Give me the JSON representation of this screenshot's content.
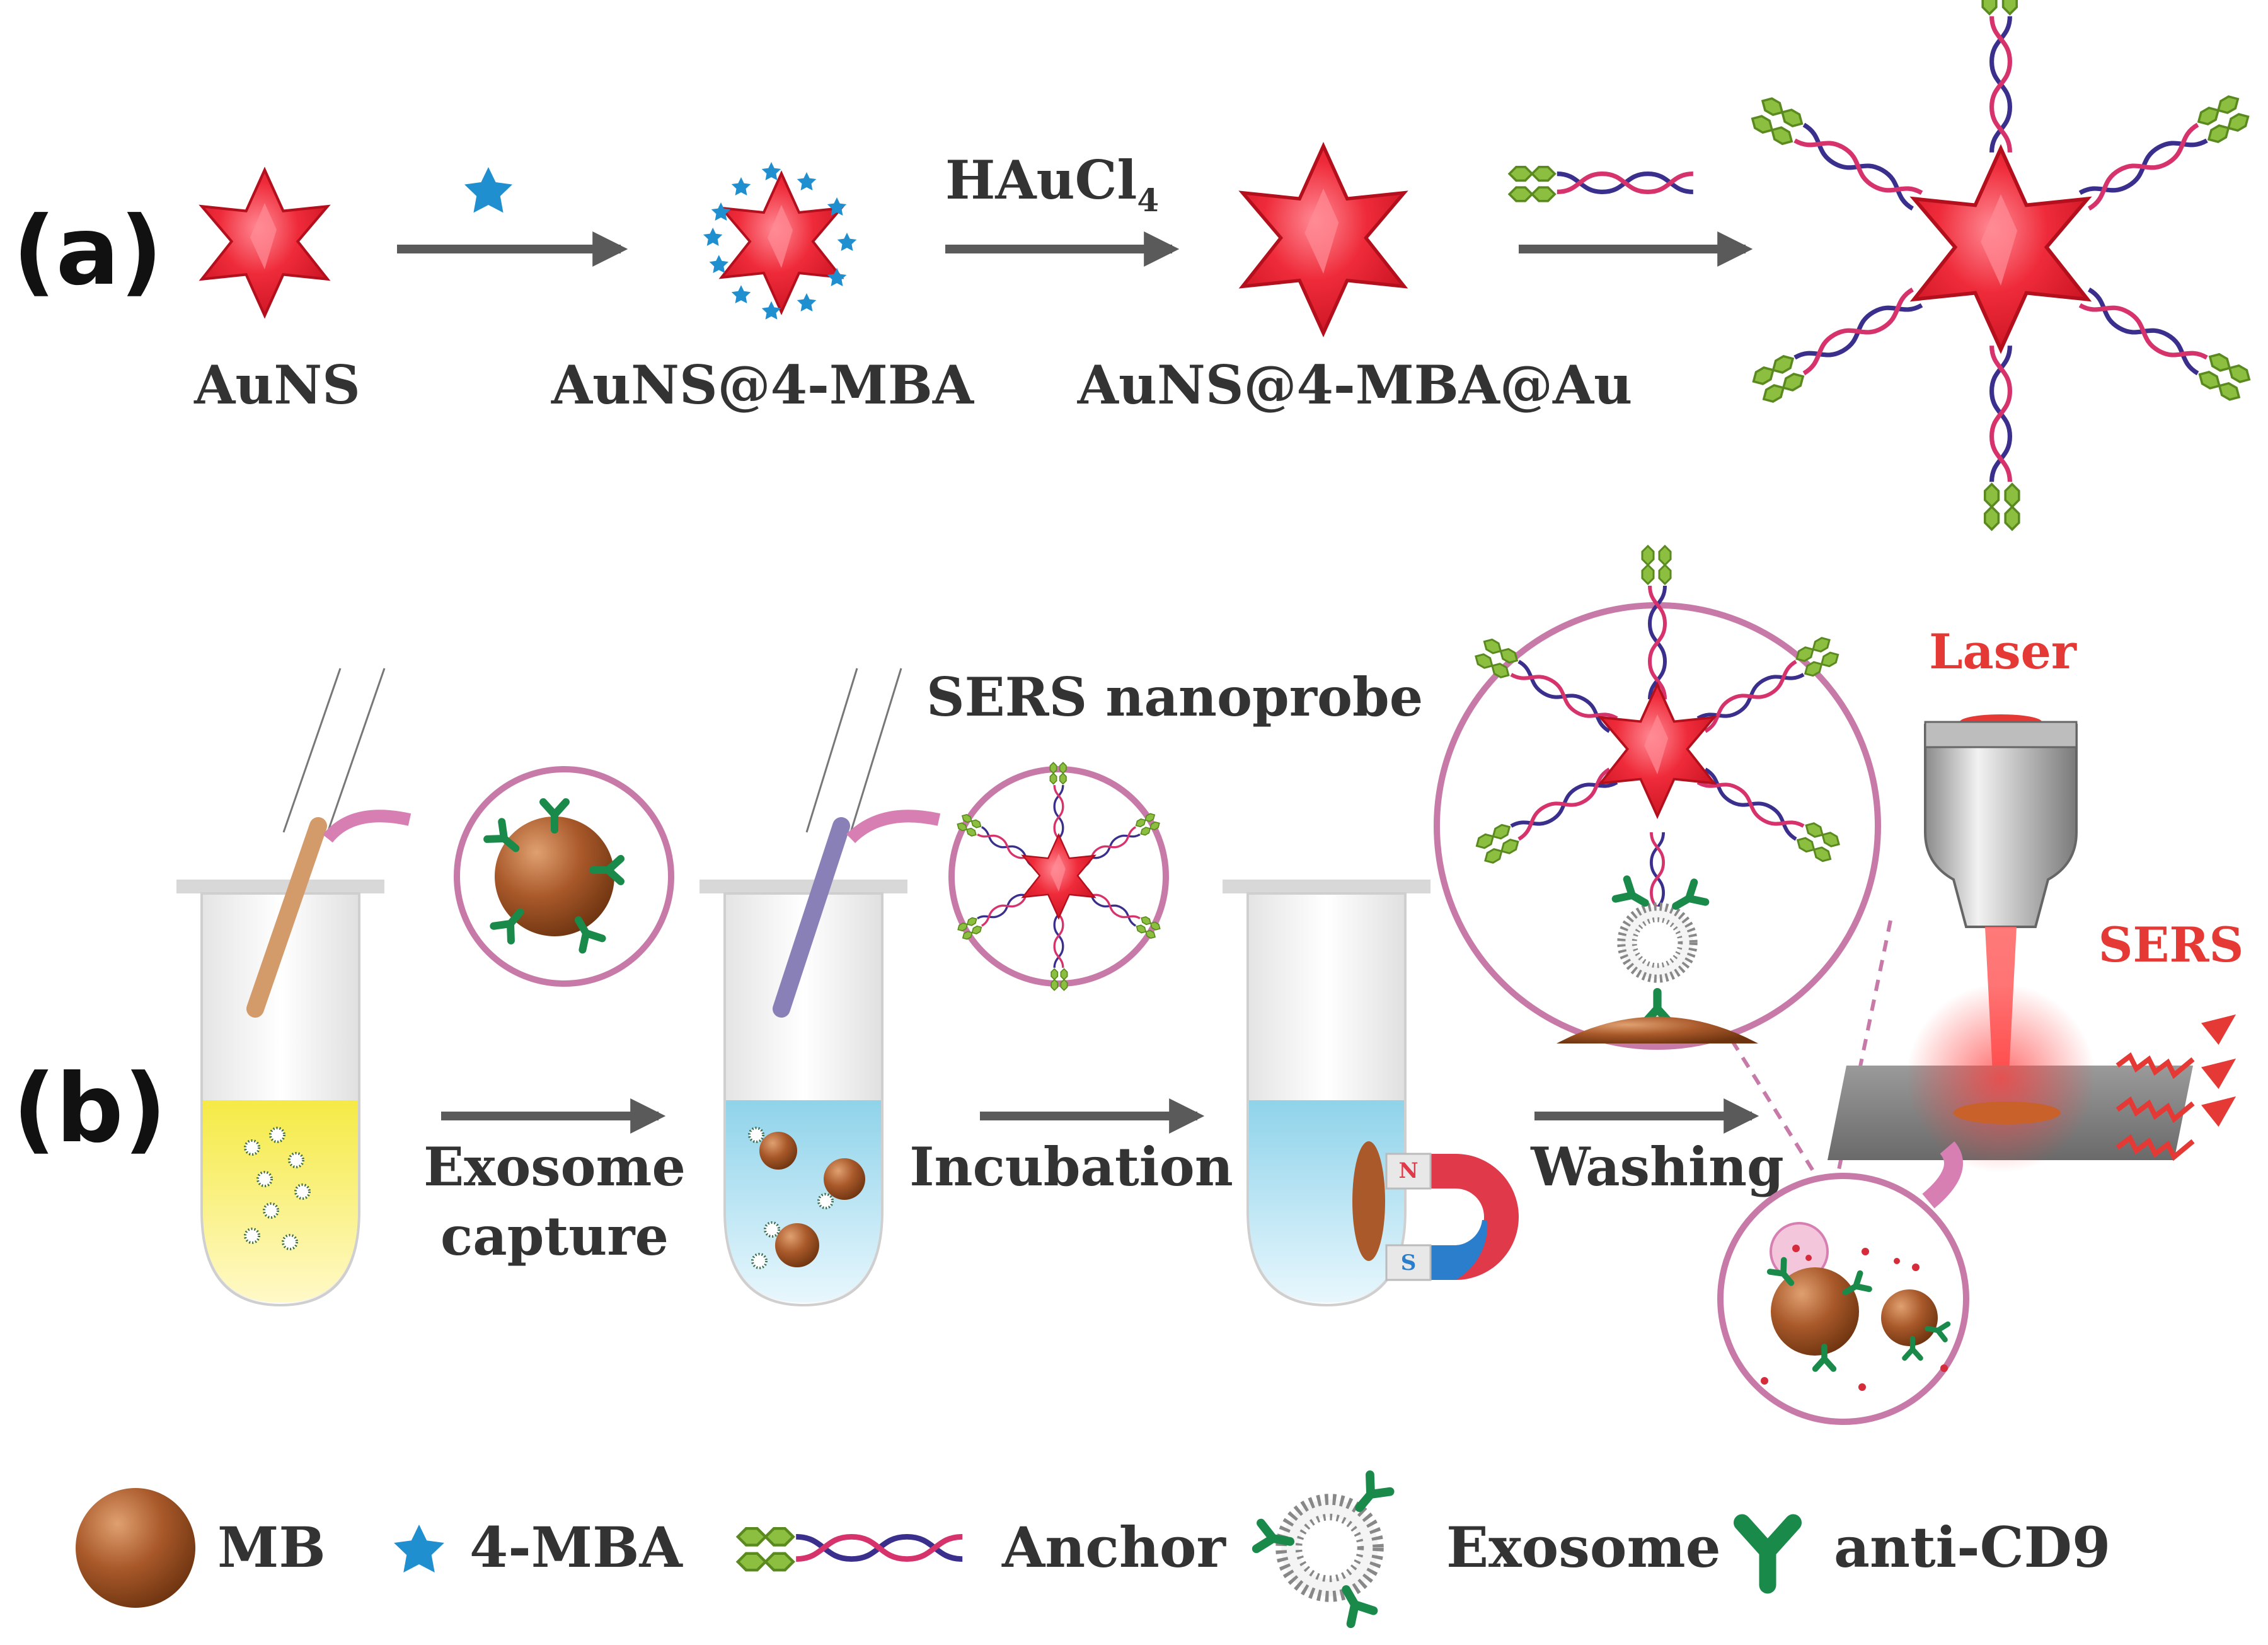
{
  "panels": {
    "a_label": "(a)",
    "b_label": "(b)"
  },
  "panel_a": {
    "steps": [
      "AuNS",
      "AuNS@4-MBA",
      "AuNS@4-MBA@Au"
    ],
    "reagent_main": "HAuCl",
    "reagent_sub": "4"
  },
  "panel_b": {
    "probe_label": "SERS nanoprobe",
    "laser_label": "Laser",
    "sers_label": "SERS",
    "step1_line1": "Exosome",
    "step1_line2": "capture",
    "step2": "Incubation",
    "step3": "Washing",
    "magnet_n": "N",
    "magnet_s": "S"
  },
  "legend": {
    "mb": "MB",
    "mba": "4-MBA",
    "anchor": "Anchor",
    "exosome": "Exosome",
    "anti_cd9": "anti-CD9"
  },
  "colors": {
    "star_red": "#e8202f",
    "mb_brown": "#a9592a",
    "mba_blue": "#1f8fd0",
    "antibody_green": "#1a8a4a",
    "anchor_green": "#8cbf3f",
    "circle_pink": "#c77aa8",
    "arrow_gray": "#5a5a5a",
    "laser_red": "#e53935",
    "yellow_liquid": "#f2e22c",
    "blue_liquid": "#9ed8ea"
  }
}
